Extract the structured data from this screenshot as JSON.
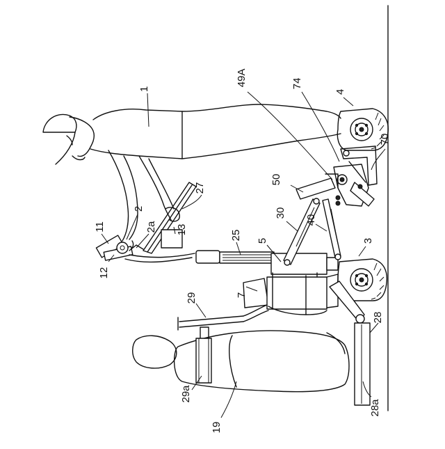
{
  "figure": {
    "labels": {
      "l1": "1",
      "l2": "2",
      "l2a": "2a",
      "l3": "3",
      "l4": "4",
      "l5": "5",
      "l7": "7",
      "l11": "11",
      "l12": "12",
      "l13": "13",
      "l19": "19",
      "l25": "25",
      "l27": "27",
      "l28": "28",
      "l28a": "28a",
      "l29": "29",
      "l29a": "29a",
      "l30": "30",
      "l40": "40",
      "l49A": "49A",
      "l50": "50",
      "l70": "70",
      "l74": "74"
    }
  }
}
